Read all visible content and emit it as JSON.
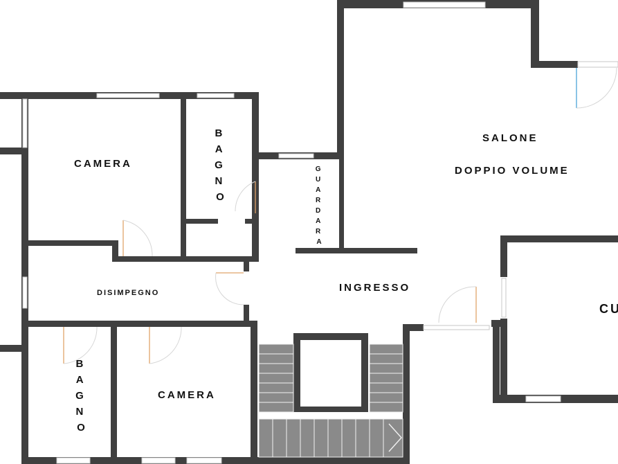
{
  "rooms": {
    "camera_top": "CAMERA",
    "bagno_top": "BAGNO",
    "guardaroba": "GUARDARA",
    "salone_line1": "SALONE",
    "salone_line2": "DOPPIO VOLUME",
    "disimpegno": "DISIMPEGNO",
    "ingresso": "INGRESSO",
    "cucina_partial": "CU",
    "bagno_bottom": "BAGNO",
    "camera_bottom": "CAMERA"
  },
  "colors": {
    "wall": "#404040",
    "door": "#e0a36a",
    "window": "#c7c7c7",
    "stairs": "#8a8a8a",
    "accent_door": "#4aa3d8"
  }
}
